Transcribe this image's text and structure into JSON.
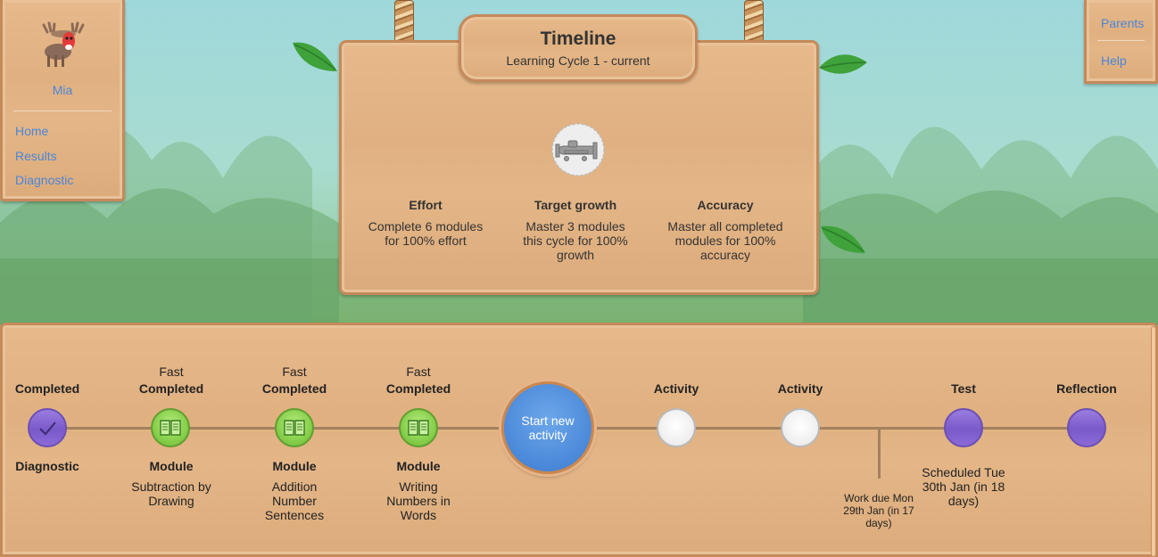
{
  "profile": {
    "name": "Mia",
    "nav": [
      "Home",
      "Results",
      "Diagnostic"
    ]
  },
  "help_panel": {
    "parents": "Parents",
    "help": "Help"
  },
  "header": {
    "title": "Timeline",
    "subtitle": "Learning Cycle 1 - current"
  },
  "stats": [
    {
      "title": "Effort",
      "text": "Complete 6 modules for 100% effort"
    },
    {
      "title": "Target growth",
      "text": "Master 3 modules this cycle for 100% growth"
    },
    {
      "title": "Accuracy",
      "text": "Master all completed modules for 100% accuracy"
    }
  ],
  "timeline": {
    "start_button": "Start new activity",
    "nodes": [
      {
        "top": "",
        "status": "Completed",
        "type": "Diagnostic",
        "desc": ""
      },
      {
        "top": "Fast",
        "status": "Completed",
        "type": "Module",
        "desc": "Subtraction by Drawing"
      },
      {
        "top": "Fast",
        "status": "Completed",
        "type": "Module",
        "desc": "Addition Number Sentences"
      },
      {
        "top": "Fast",
        "status": "Completed",
        "type": "Module",
        "desc": "Writing Numbers in Words"
      },
      {
        "status": "Activity"
      },
      {
        "status": "Activity"
      },
      {
        "status": "Test",
        "desc": "Scheduled Tue 30th Jan (in 18 days)"
      },
      {
        "status": "Reflection"
      }
    ],
    "work_due": "Work due Mon 29th Jan (in 17 days)"
  },
  "colors": {
    "link": "#4a86d8",
    "wood": "#e0b080",
    "completed_purple": "#7a59c9",
    "module_green": "#86cf4b",
    "start_blue": "#4a88d9"
  },
  "icons": {
    "avatar": "moose-icon",
    "badge": "airplane-icon",
    "check": "check-icon",
    "module": "book-icon"
  }
}
